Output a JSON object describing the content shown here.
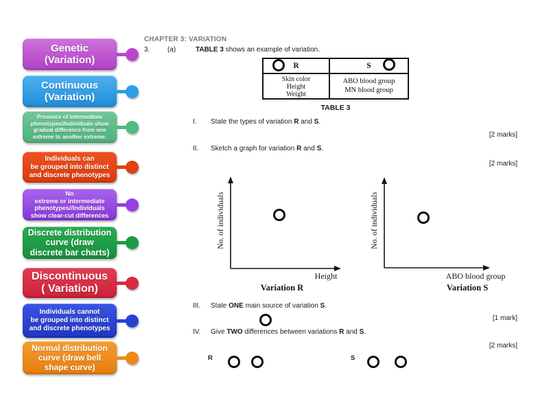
{
  "labels": [
    {
      "lines": [
        "Genetic",
        "(Variation)"
      ],
      "color_top": "#cd72da",
      "color_bottom": "#b140c8",
      "dot_color": "#bb46cc"
    },
    {
      "lines": [
        "Continuous",
        "(Variation)"
      ],
      "color_top": "#4cb1f0",
      "color_bottom": "#1f8cd8",
      "dot_color": "#2b9fe8"
    },
    {
      "lines": [
        "Presence of intermediate",
        "phenotypes//Individuals show",
        "gradual difference from one",
        "extreme to another extreme."
      ],
      "color_top": "#72c697",
      "color_bottom": "#4cb37c",
      "dot_color": "#52ba84"
    },
    {
      "lines": [
        "Individuals can",
        "be grouped into distinct",
        "and discrete phenotypes"
      ],
      "color_top": "#ee5222",
      "color_bottom": "#d83a0c",
      "dot_color": "#e04012"
    },
    {
      "lines": [
        "No",
        "extreme or intermediate",
        "phenotypes//Individuals",
        "show clear-cut differences"
      ],
      "color_top": "#a963ee",
      "color_bottom": "#8836d8",
      "dot_color": "#9440e4"
    },
    {
      "lines": [
        "Discrete distribution",
        "curve (draw",
        "discrete bar charts)"
      ],
      "color_top": "#2aaa52",
      "color_bottom": "#15913c",
      "dot_color": "#1b9c45"
    },
    {
      "lines": [
        "Discontinuous",
        "( Variation)"
      ],
      "color_top": "#e13d54",
      "color_bottom": "#cd2138",
      "dot_color": "#d62a42"
    },
    {
      "lines": [
        "Individuals cannot",
        "be grouped into distinct",
        "and discrete phenotypes"
      ],
      "color_top": "#3a55e2",
      "color_bottom": "#1f35c2",
      "dot_color": "#2742d2"
    },
    {
      "lines": [
        "Normal distribution",
        "curve (draw bell",
        "shape curve)"
      ],
      "color_top": "#f59d35",
      "color_bottom": "#e67d0c",
      "dot_color": "#f08818"
    }
  ],
  "worksheet": {
    "chapter_header": "CHAPTER 3: VARIATION",
    "intro": {
      "number": "3.",
      "part": "(a)",
      "bold": "TABLE 3",
      "rest": " shows an example of variation."
    },
    "table": {
      "col_r": "R",
      "col_s": "S",
      "r_items": [
        "Skin color",
        "Height",
        "Weight"
      ],
      "s_items": [
        "ABO blood group",
        "MN blood group"
      ],
      "caption": "TABLE 3"
    },
    "questions": [
      {
        "numeral": "I.",
        "pre": "State the types of variation ",
        "b1": "R",
        "mid": " and ",
        "b2": "S",
        "end": ".",
        "marks": "[2 marks]"
      },
      {
        "numeral": "II.",
        "pre": "Sketch a graph for variation ",
        "b1": "R",
        "mid": " and ",
        "b2": "S",
        "end": ".",
        "marks": "[2 marks]"
      },
      {
        "numeral": "III.",
        "pre": "State ",
        "b1": "ONE",
        "mid": " main source of variation ",
        "b2": "S",
        "end": ".",
        "marks": "[1 mark]"
      },
      {
        "numeral": "IV.",
        "pre": "Give ",
        "b1": "TWO",
        "mid": " differences between variations ",
        "b2": "R",
        "mid2": " and ",
        "b3": "S",
        "end": ".",
        "marks": "[2 marks]"
      }
    ],
    "graphs": [
      {
        "ylabel": "No. of individuals",
        "xlabel": "Height",
        "caption": "Variation R"
      },
      {
        "ylabel": "No. of individuals",
        "xlabel": "ABO blood group",
        "caption": "Variation S"
      }
    ],
    "answers": {
      "r_label": "R",
      "s_label": "S"
    }
  }
}
